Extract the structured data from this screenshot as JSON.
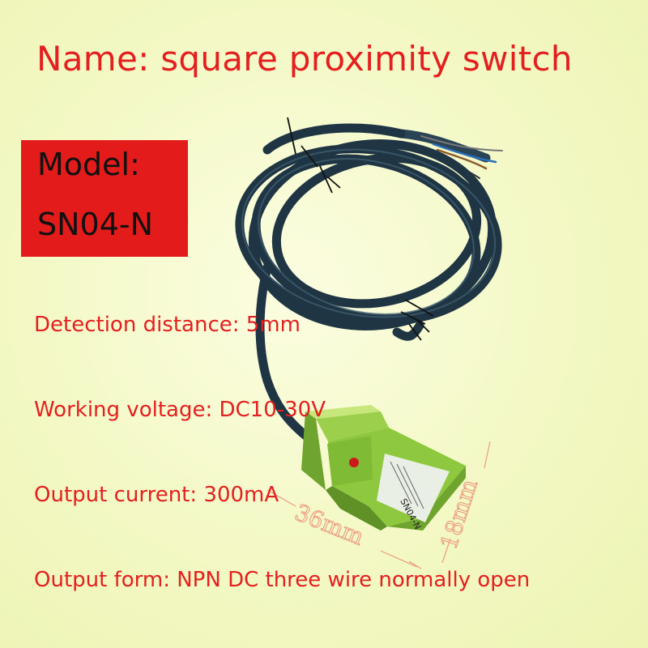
{
  "title": "Name: square proximity switch",
  "model": {
    "label": "Model:",
    "value": "SN04-N"
  },
  "specs": {
    "detection_distance": "Detection distance: 5mm",
    "working_voltage": "Working voltage: DC10-30V",
    "output_current": "Output current: 300mA",
    "output_form": "Output form: NPN DC three wire normally open"
  },
  "product": {
    "housing_print": "SN04-N",
    "dimension_length": "36mm",
    "dimension_height": "18mm"
  },
  "colors": {
    "accent_red": "#e41f1f",
    "model_box": "#e31b1b",
    "background": "#f3f8c4",
    "housing": "#8ec83e",
    "cable": "#1f3544",
    "dimension": "#ec9c82"
  }
}
